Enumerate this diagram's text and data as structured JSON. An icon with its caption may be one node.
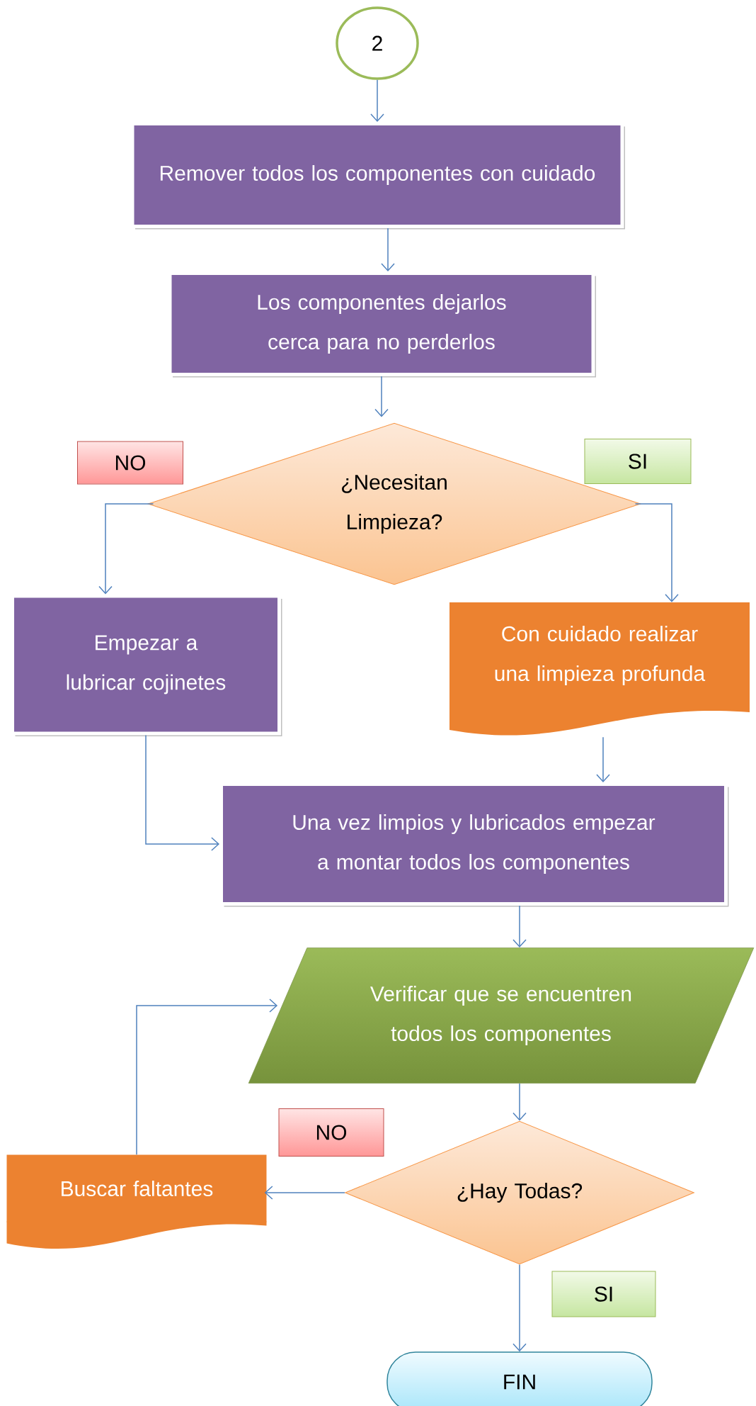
{
  "diagram": {
    "nodes": [
      {
        "text": [
          "2"
        ]
      },
      {
        "text": [
          "Remover todos los componentes con cuidado"
        ]
      },
      {
        "text": [
          "Los componentes dejarlos cerca para no perderlos"
        ]
      },
      {
        "text": [
          "NO"
        ]
      },
      {
        "text": [
          "¿Necesitan Limpieza?"
        ]
      },
      {
        "text": [
          "SI"
        ]
      },
      {
        "text": [
          "Empezar a lubricar cojinetes"
        ]
      },
      {
        "text": [
          "Con cuidado realizar una limpieza profunda"
        ]
      },
      {
        "text": [
          "Una vez limpios y lubricados empezar a montar todos los componentes"
        ]
      },
      {
        "text": [
          "Verificar que se encuentren todos los componentes"
        ]
      },
      {
        "text": [
          "NO"
        ]
      },
      {
        "text": [
          "Buscar faltantes"
        ]
      },
      {
        "text": [
          "¿Hay Todas?"
        ]
      },
      {
        "text": [
          "SI"
        ]
      },
      {
        "text": [
          "FIN"
        ]
      }
    ],
    "edges": [
      {
        "from": 0,
        "to": 1,
        "arrow": "to"
      },
      {
        "from": 1,
        "to": 2,
        "arrow": "to"
      },
      {
        "from": 2,
        "to": 4,
        "arrow": "to"
      },
      {
        "from": 4,
        "to": 6,
        "arrow": "to"
      },
      {
        "from": 4,
        "to": 7,
        "arrow": "to"
      },
      {
        "from": 6,
        "to": 8,
        "arrow": "to"
      },
      {
        "from": 7,
        "to": 8,
        "arrow": "to"
      },
      {
        "from": 8,
        "to": 9,
        "arrow": "to"
      },
      {
        "from": 9,
        "to": 12,
        "arrow": "to"
      },
      {
        "from": 12,
        "to": 11,
        "arrow": "to"
      },
      {
        "from": 11,
        "to": 9,
        "arrow": "to"
      },
      {
        "from": 12,
        "to": 14,
        "arrow": "to"
      }
    ]
  }
}
